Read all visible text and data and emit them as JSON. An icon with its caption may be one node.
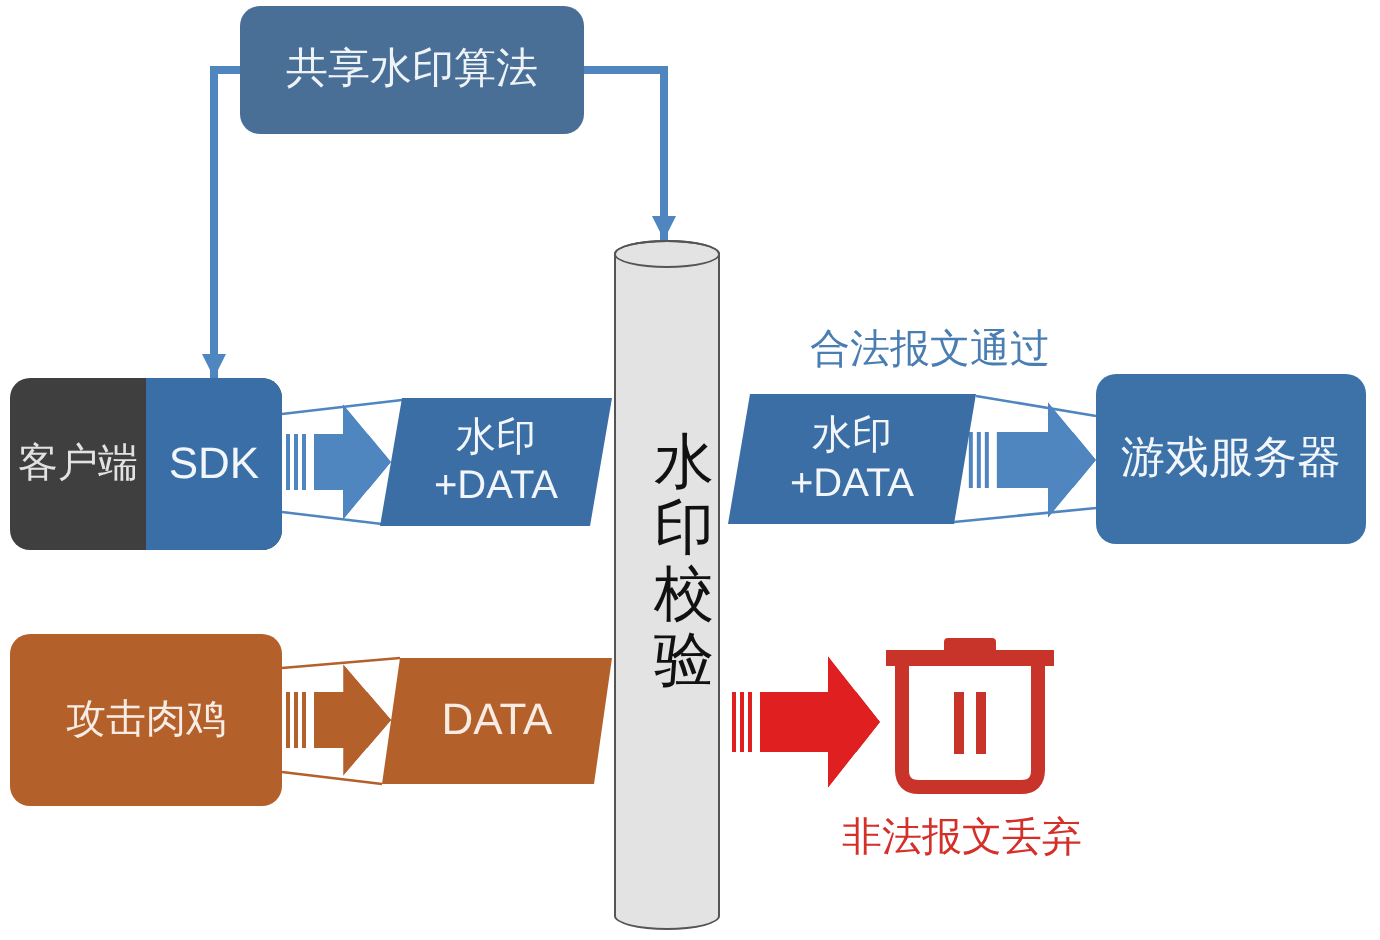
{
  "diagram": {
    "nodes": [
      {
        "text": [
          "共享水印算法"
        ]
      },
      {
        "text": [
          "客户端"
        ]
      },
      {
        "text": [
          "SDK"
        ],
        "in": 1
      },
      {
        "text": [
          "水印 +DATA"
        ]
      },
      {
        "text": [
          "水印校验"
        ]
      },
      {
        "text": [
          "水印 +DATA"
        ]
      },
      {
        "text": [
          "游戏服务器"
        ]
      },
      {
        "text": [
          "攻击肉鸡"
        ]
      },
      {
        "text": [
          "DATA"
        ]
      },
      {
        "text": [],
        "shape": "picture",
        "beside": [
          "非法报文丢弃"
        ]
      }
    ],
    "edges": [
      {
        "from": 0,
        "to": 2,
        "arrow": "to"
      },
      {
        "from": 0,
        "to": 4,
        "arrow": "to"
      },
      {
        "from": 2,
        "to": 3,
        "arrow": "to"
      },
      {
        "from": 5,
        "to": 6,
        "arrow": "to",
        "label": "合法报文通过"
      },
      {
        "from": 7,
        "to": 8,
        "arrow": "to",
        "color": "#b4602a"
      },
      {
        "from": 4,
        "to": 9,
        "arrow": "to",
        "color": "#e02020"
      }
    ]
  }
}
